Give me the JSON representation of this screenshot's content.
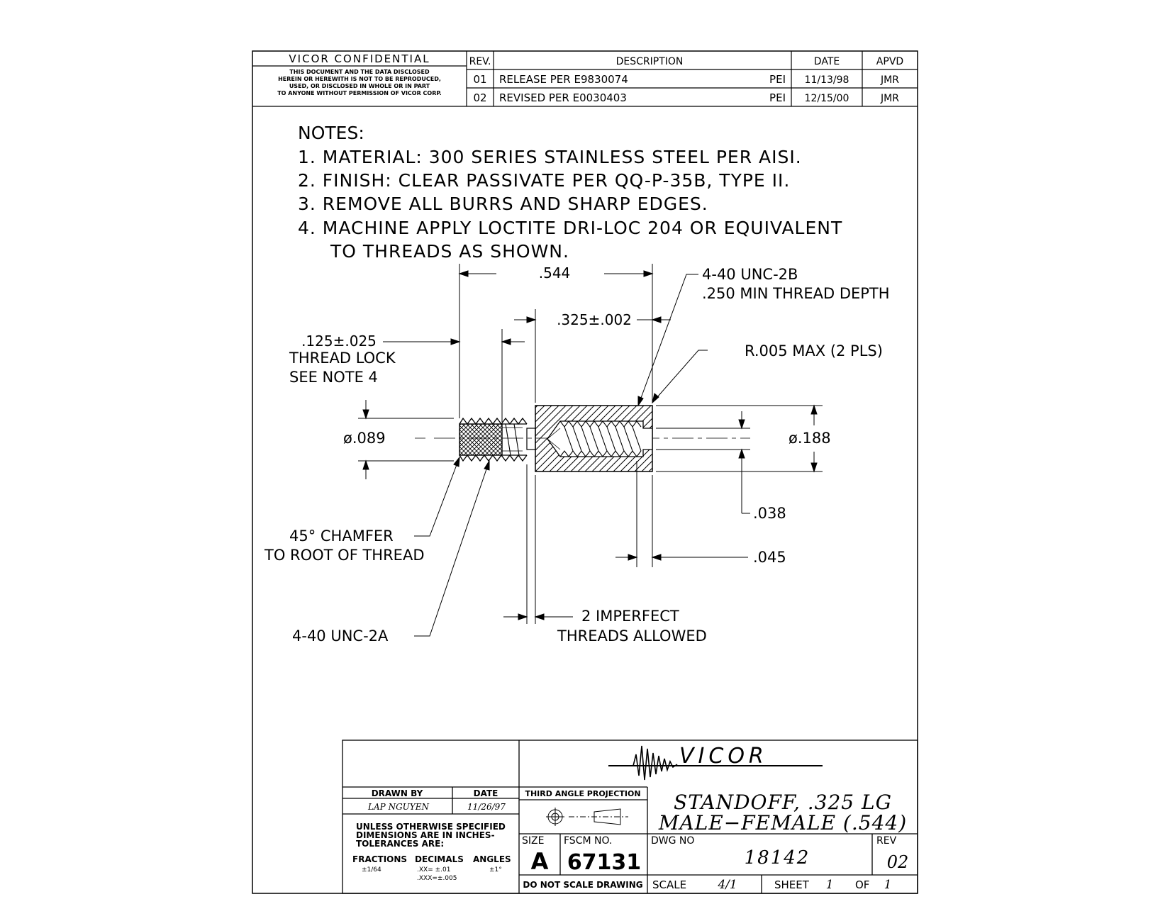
{
  "confidential": {
    "header": "VICOR   CONFIDENTIAL",
    "line1": "THIS DOCUMENT AND THE DATA DISCLOSED",
    "line2": "HEREIN OR HEREWITH IS NOT TO BE REPRODUCED,",
    "line3": "USED, OR DISCLOSED IN WHOLE OR IN PART",
    "line4": "TO ANYONE WITHOUT PERMISSION OF VICOR CORP."
  },
  "revisions": {
    "headers": {
      "rev": "REV.",
      "description": "DESCRIPTION",
      "date": "DATE",
      "apvd": "APVD"
    },
    "rows": [
      {
        "rev": "01",
        "description": "RELEASE PER E9830074",
        "by": "PEI",
        "date": "11/13/98",
        "apvd": "JMR"
      },
      {
        "rev": "02",
        "description": "REVISED PER E0030403",
        "by": "PEI",
        "date": "12/15/00",
        "apvd": "JMR"
      }
    ]
  },
  "notes": {
    "title": "NOTES:",
    "items": [
      "1. MATERIAL: 300 SERIES STAINLESS STEEL PER AISI.",
      "2. FINISH: CLEAR PASSIVATE PER QQ-P-35B, TYPE II.",
      "3. REMOVE ALL BURRS AND SHARP EDGES.",
      "4. MACHINE APPLY LOCTITE DRI-LOC 204 OR EQUIVALENT",
      "TO THREADS AS SHOWN."
    ]
  },
  "dims": {
    "overall_length": ".544",
    "body_length": ".325±.002",
    "thread_lock": ".125±.025",
    "thread_lock_label": "THREAD LOCK",
    "see_note": "SEE NOTE 4",
    "female_thread": "4-40 UNC-2B",
    "thread_depth": ".250 MIN THREAD DEPTH",
    "radius": "R.005 MAX (2 PLS)",
    "dia_male": "ø.089",
    "dia_body": "ø.188",
    "d038": ".038",
    "d045": ".045",
    "chamfer1": "45° CHAMFER",
    "chamfer2": "TO ROOT OF THREAD",
    "male_thread": "4-40 UNC-2A",
    "imperfect1": "2 IMPERFECT",
    "imperfect2": "THREADS ALLOWED"
  },
  "title_block": {
    "company": "VICOR",
    "drawn_by_label": "DRAWN BY",
    "date_label": "DATE",
    "drawn_by": "LAP NGUYEN",
    "drawn_date": "11/26/97",
    "projection": "THIRD ANGLE PROJECTION",
    "title1": "STANDOFF, .325 LG",
    "title2": "MALE−FEMALE (.544)",
    "tol1": "UNLESS OTHERWISE SPECIFIED",
    "tol2": "DIMENSIONS ARE IN INCHES-",
    "tol3": "TOLERANCES ARE:",
    "fractions_label": "FRACTIONS",
    "decimals_label": "DECIMALS",
    "angles_label": "ANGLES",
    "fractions": "±1/64",
    "dec_xx": ".XX= ±.01",
    "dec_xxx": ".XXX=±.005",
    "angles": "±1°",
    "size_label": "SIZE",
    "size": "A",
    "fscm_label": "FSCM NO.",
    "fscm": "67131",
    "dwg_label": "DWG NO",
    "dwg_no": "18142",
    "rev_label": "REV",
    "rev": "02",
    "no_scale": "DO NOT SCALE DRAWING",
    "scale_label": "SCALE",
    "scale": "4/1",
    "sheet_label": "SHEET",
    "sheet": "1",
    "of_label": "OF",
    "sheets": "1"
  }
}
